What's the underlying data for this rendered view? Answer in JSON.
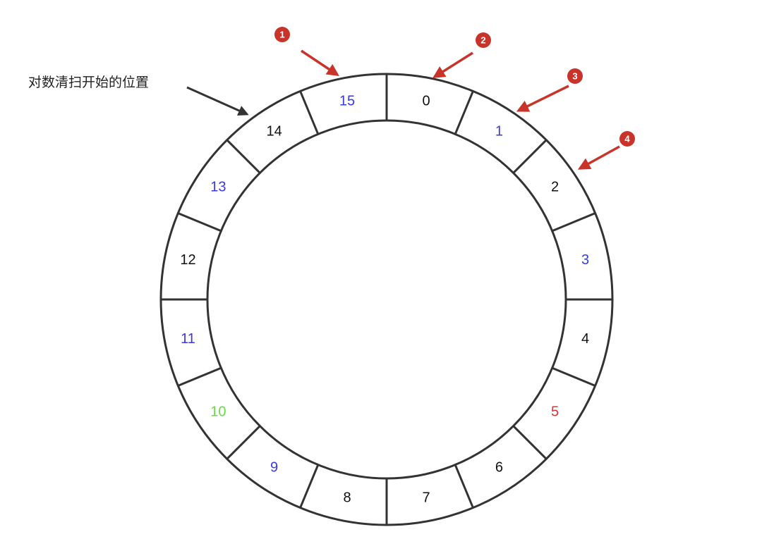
{
  "caption": "对数清扫开始的位置",
  "colors": {
    "ring": "#333333",
    "default_text": "#111111",
    "blue": "#3a3ae0",
    "green": "#66dd44",
    "red": "#e03030",
    "marker": "#c8342a",
    "caption_arrow": "#333333"
  },
  "slots": [
    {
      "label": "0",
      "color": "default_text"
    },
    {
      "label": "1",
      "color": "blue"
    },
    {
      "label": "2",
      "color": "default_text"
    },
    {
      "label": "3",
      "color": "blue"
    },
    {
      "label": "4",
      "color": "default_text"
    },
    {
      "label": "5",
      "color": "red"
    },
    {
      "label": "6",
      "color": "default_text"
    },
    {
      "label": "7",
      "color": "default_text"
    },
    {
      "label": "8",
      "color": "default_text"
    },
    {
      "label": "9",
      "color": "blue"
    },
    {
      "label": "10",
      "color": "green"
    },
    {
      "label": "11",
      "color": "blue"
    },
    {
      "label": "12",
      "color": "default_text"
    },
    {
      "label": "13",
      "color": "blue"
    },
    {
      "label": "14",
      "color": "default_text"
    },
    {
      "label": "15",
      "color": "blue"
    }
  ],
  "markers": [
    {
      "number": "1"
    },
    {
      "number": "2"
    },
    {
      "number": "3"
    },
    {
      "number": "4"
    }
  ]
}
